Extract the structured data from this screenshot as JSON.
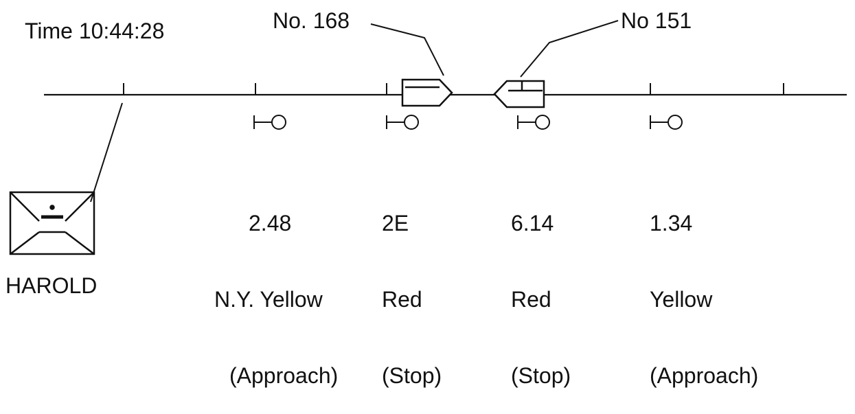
{
  "time_label": "Time 10:44:28",
  "trains": [
    {
      "number_label": "No. 168",
      "direction": "east"
    },
    {
      "number_label": "No 151",
      "direction": "west"
    }
  ],
  "signals": [
    {
      "id_label": "2.48",
      "aspect_label": "N.Y. Yellow",
      "indication_label": "(Approach)"
    },
    {
      "id_label": "2E",
      "aspect_label": "Red",
      "indication_label": "(Stop)"
    },
    {
      "id_label": "6.14",
      "aspect_label": "Red",
      "indication_label": "(Stop)"
    },
    {
      "id_label": "1.34",
      "aspect_label": "Yellow",
      "indication_label": "(Approach)"
    }
  ],
  "tower": {
    "name_label": "HAROLD",
    "icon": "interlocking-tower-icon"
  },
  "colors": {
    "ink": "#111111",
    "background": "#ffffff"
  }
}
